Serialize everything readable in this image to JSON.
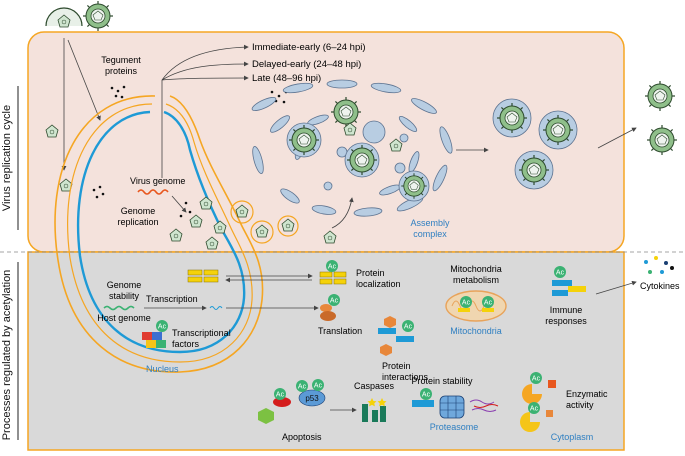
{
  "side_labels": {
    "top": "Virus replication cycle",
    "bottom": "Processes regulated by acetylation"
  },
  "replication": {
    "tegument": [
      "Tegument",
      "proteins"
    ],
    "phases": [
      "Immediate-early (6–24 hpi)",
      "Delayed-early (24–48 hpi)",
      "Late (48–96 hpi)"
    ],
    "virus_genome": "Virus genome",
    "genome_replication": [
      "Genome",
      "replication"
    ],
    "assembly_complex": [
      "Assembly",
      "complex"
    ]
  },
  "acetylation": {
    "genome_stability": [
      "Genome",
      "stability"
    ],
    "host_genome": "Host genome",
    "transcription": "Transcription",
    "transcriptional_factors": [
      "Transcriptional",
      "factors"
    ],
    "nucleus": "Nucleus",
    "protein_localization": [
      "Protein",
      "localization"
    ],
    "translation": "Translation",
    "protein_interactions": [
      "Protein",
      "interactions"
    ],
    "mitochondria_metabolism": [
      "Mitochondria",
      "metabolism"
    ],
    "mitochondria": "Mitochondria",
    "immune_responses": [
      "Immune",
      "responses"
    ],
    "cytokines": "Cytokines",
    "p53": "p53",
    "apoptosis": "Apoptosis",
    "caspases": "Caspases",
    "protein_stability": "Protein stability",
    "proteasome": "Proteasome",
    "enzymatic_activity": [
      "Enzymatic",
      "activity"
    ],
    "cytoplasm": "Cytoplasm",
    "ac": "Ac"
  },
  "colors": {
    "pink": "#f4e2dc",
    "gray": "#d9d9d9",
    "orange": "#f5a623",
    "blue": "#1e9ad6",
    "green": "#3bb273",
    "label_blue": "#2f7fc1"
  }
}
